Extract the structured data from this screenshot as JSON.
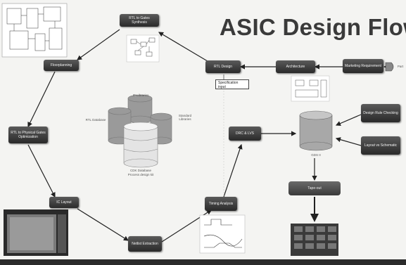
{
  "title": "ASIC Design Flow",
  "nodes": {
    "rtl_to_gates": "RTL to Gates Synthesis",
    "floorplanning": "Floorplanning",
    "rtl_design": "RTL Design",
    "architecture": "Architecture",
    "marketing": "Marketing Requirement",
    "rtl_to_physical": "RTL to Physical Gates Optimization",
    "ic_layout": "IC Layout",
    "netlist_extraction": "Netlist Extraction",
    "timing_analysis": "Timing Analysis",
    "drc_lvs": "DRC & LVS",
    "design_rule_checking": "Design Rule Checking",
    "layout_vs_schematic": "Layout vs Schematic",
    "tape_out": "Tape-out"
  },
  "labels": {
    "ip_libraries": "IP Libraries",
    "rtl_database": "RTL Database",
    "standard_libraries": "Standard Libraries",
    "cdk_database": "CDK Database",
    "cdk_sub": "Process design kit",
    "gds": "GDS II",
    "spec_note": "Specification input",
    "part": "Part"
  }
}
